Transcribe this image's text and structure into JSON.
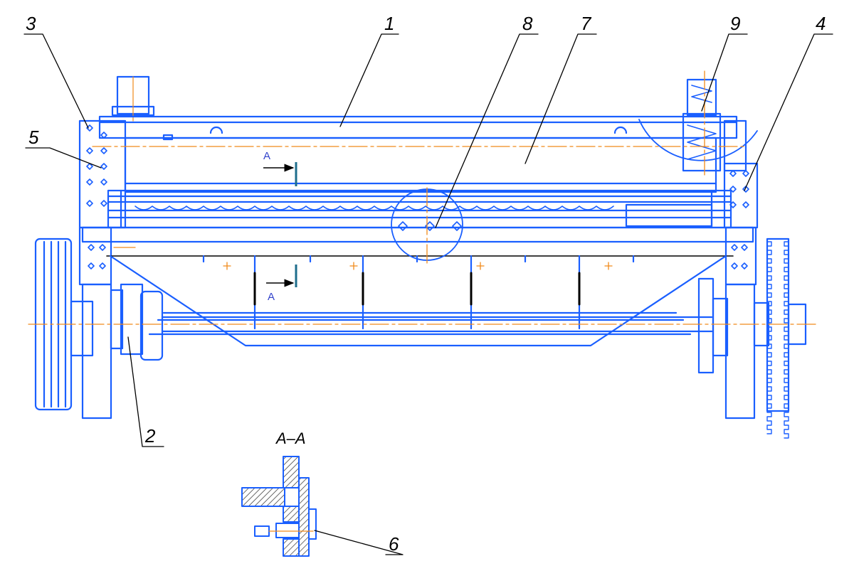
{
  "callouts": {
    "c1": "1",
    "c2": "2",
    "c3": "3",
    "c4": "4",
    "c5": "5",
    "c6": "6",
    "c7": "7",
    "c8": "8",
    "c9": "9"
  },
  "section": {
    "mark_top": "A",
    "mark_bottom": "A",
    "title": "A–A"
  },
  "colors": {
    "outline": "#1a5fff",
    "centerline": "#f08a1a",
    "leader": "#000000",
    "hatch": "#333333",
    "section_mark": "#1e6e8c",
    "label_mark": "#3344cc"
  }
}
